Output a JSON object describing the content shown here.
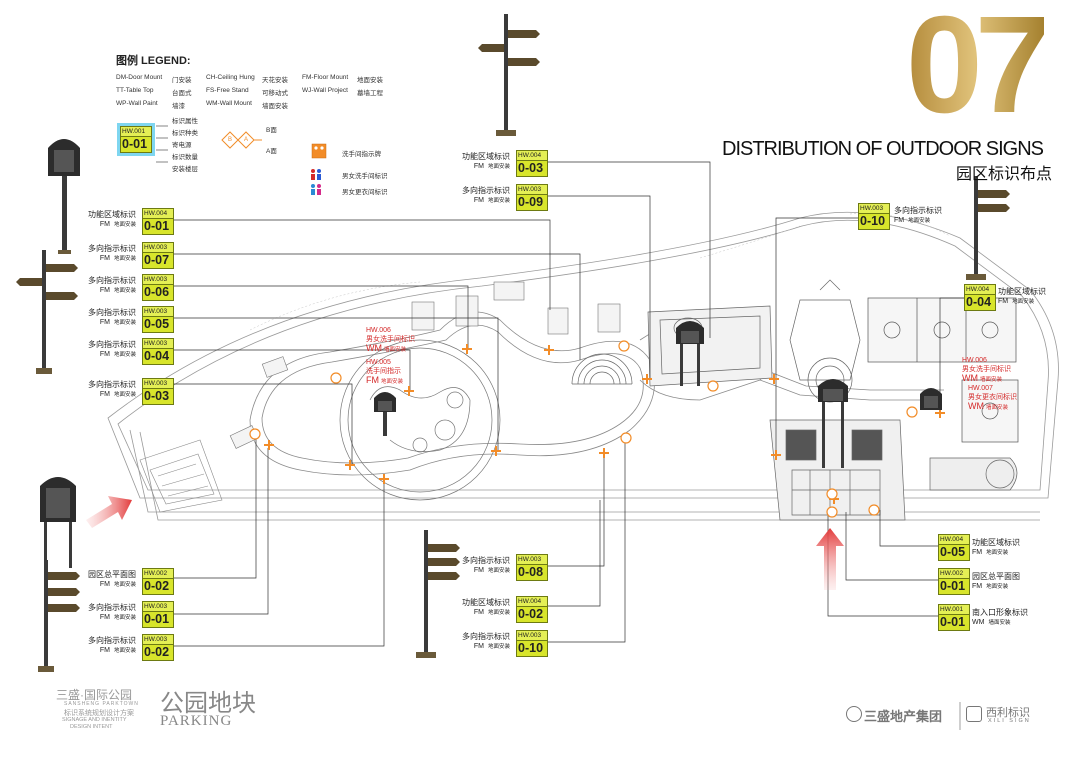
{
  "heading": {
    "number": "07",
    "title_en": "DISTRIBUTION OF OUTDOOR SIGNS",
    "title_cn": "园区标识布点"
  },
  "legend": {
    "title": "图例 LEGEND:",
    "install_types": [
      {
        "code": "DM-Door Mount",
        "cn": "门安装"
      },
      {
        "code": "CH-Ceiling Hung",
        "cn": "天花安装"
      },
      {
        "code": "FM-Floor Mount",
        "cn": "地面安装"
      },
      {
        "code": "TT-Table Top",
        "cn": "台面式"
      },
      {
        "code": "FS-Free Stand",
        "cn": "可移动式"
      },
      {
        "code": "WJ-Wall Project",
        "cn": "墓墙工程"
      },
      {
        "code": "WP-Wall Paint",
        "cn": "墙漆"
      },
      {
        "code": "WM-Wall Mount",
        "cn": "墙面安装"
      }
    ],
    "sample_tag": {
      "code": "HW.001",
      "num": "0-01"
    },
    "tag_notes": [
      "标识属性",
      "标识种类",
      "寄电源",
      "标识数量",
      "安装楼层"
    ],
    "face_b": "B面",
    "face_a": "A面",
    "face_b_letter": "B",
    "face_a_letter": "A",
    "icons": [
      {
        "name": "洗手间指示牌"
      },
      {
        "name": "男女洗手间标识"
      },
      {
        "name": "男女更衣间标识"
      }
    ]
  },
  "signs": [
    {
      "id": "s1",
      "name": "功能区域标识",
      "mount": "FM",
      "mount_cn": "地面安装",
      "code": "HW.004",
      "num": "0-01"
    },
    {
      "id": "s2",
      "name": "多向指示标识",
      "mount": "FM",
      "mount_cn": "地面安装",
      "code": "HW.003",
      "num": "0-07"
    },
    {
      "id": "s3",
      "name": "多向指示标识",
      "mount": "FM",
      "mount_cn": "地面安装",
      "code": "HW.003",
      "num": "0-06"
    },
    {
      "id": "s4",
      "name": "多向指示标识",
      "mount": "FM",
      "mount_cn": "地面安装",
      "code": "HW.003",
      "num": "0-05"
    },
    {
      "id": "s5",
      "name": "多向指示标识",
      "mount": "FM",
      "mount_cn": "地面安装",
      "code": "HW.003",
      "num": "0-04"
    },
    {
      "id": "s6",
      "name": "多向指示标识",
      "mount": "FM",
      "mount_cn": "地面安装",
      "code": "HW.003",
      "num": "0-03"
    },
    {
      "id": "s7",
      "name": "园区总平面图",
      "mount": "FM",
      "mount_cn": "地面安装",
      "code": "HW.002",
      "num": "0-02"
    },
    {
      "id": "s8",
      "name": "多向指示标识",
      "mount": "FM",
      "mount_cn": "地面安装",
      "code": "HW.003",
      "num": "0-01"
    },
    {
      "id": "s9",
      "name": "多向指示标识",
      "mount": "FM",
      "mount_cn": "地面安装",
      "code": "HW.003",
      "num": "0-02"
    },
    {
      "id": "t1",
      "name": "功能区域标识",
      "mount": "FM",
      "mount_cn": "地面安装",
      "code": "HW.004",
      "num": "0-03"
    },
    {
      "id": "t2",
      "name": "多向指示标识",
      "mount": "FM",
      "mount_cn": "地面安装",
      "code": "HW.003",
      "num": "0-09"
    },
    {
      "id": "c1",
      "name": "多向指示标识",
      "mount": "FM",
      "mount_cn": "地面安装",
      "code": "HW.003",
      "num": "0-08"
    },
    {
      "id": "c2",
      "name": "功能区域标识",
      "mount": "FM",
      "mount_cn": "地面安装",
      "code": "HW.004",
      "num": "0-02"
    },
    {
      "id": "c3",
      "name": "多向指示标识",
      "mount": "FM",
      "mount_cn": "地面安装",
      "code": "HW.003",
      "num": "0-10"
    },
    {
      "id": "r0",
      "name": "多向指示标识",
      "mount": "FM",
      "mount_cn": "地面安装",
      "code": "HW.003",
      "num": "0-10"
    },
    {
      "id": "r1",
      "name": "功能区域标识",
      "mount": "FM",
      "mount_cn": "地面安装",
      "code": "HW.004",
      "num": "0-04"
    },
    {
      "id": "r2",
      "name": "功能区域标识",
      "mount": "FM",
      "mount_cn": "地面安装",
      "code": "HW.004",
      "num": "0-05"
    },
    {
      "id": "r3",
      "name": "园区总平面图",
      "mount": "FM",
      "mount_cn": "地面安装",
      "code": "HW.002",
      "num": "0-01"
    },
    {
      "id": "r4",
      "name": "南入口形象标识",
      "mount": "WM",
      "mount_cn": "墙面安装",
      "code": "HW.001",
      "num": "0-01"
    }
  ],
  "washroom_notes": [
    {
      "code": "HW.006",
      "name": "男女洗手间标识",
      "mount": "WM",
      "mount_cn": "墙面安装"
    },
    {
      "code": "HW.005",
      "name": "洗手间指示",
      "mount": "FM",
      "mount_cn": "地面安装"
    },
    {
      "code": "HW.006",
      "name": "男女洗手间标识",
      "mount": "WM",
      "mount_cn": "墙面安装"
    },
    {
      "code": "HW.007",
      "name": "男女更衣间标识",
      "mount": "WM",
      "mount_cn": "墙面安装"
    }
  ],
  "footer": {
    "project_cn": "三盛·国际公园",
    "project_en": "SANSHENG PARKTOWN",
    "plan_cn": "标识系统规划设计方案",
    "plan_en1": "SIGNAGE AND INENTITY",
    "plan_en2": "DESIGN INTENT",
    "block_cn": "公园地块",
    "block_en": "PARKING",
    "developer": "三盛地产集团",
    "designer_cn": "西利标识",
    "designer_en": "XILI SIGN"
  },
  "colors": {
    "tag_fill": "#d8e52b",
    "marker": "#f28c28",
    "accent_gold": "#b8903c",
    "note_red": "#d42a2a"
  }
}
